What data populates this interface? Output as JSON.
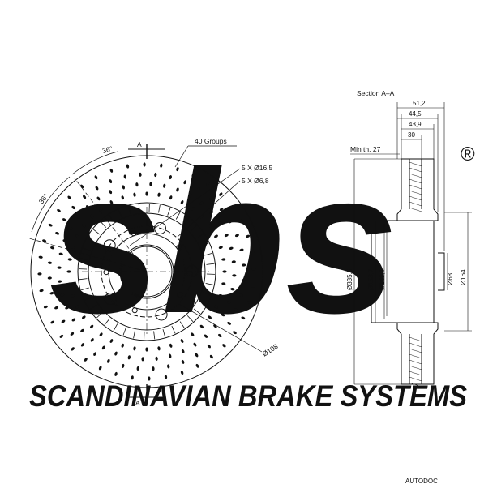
{
  "watermark": {
    "brand_logo_text": "sbs",
    "registered_mark": "®",
    "tagline": "SCANDINAVIAN BRAKE SYSTEMS",
    "corner_mark": "AUTODOC"
  },
  "front_view": {
    "angle_top": "36°",
    "angle_side": "36°",
    "section_marker_top": "A",
    "section_marker_bottom": "A",
    "groups_callout": "40 Groups",
    "bolt_holes_callout": "5 X Ø16,5",
    "small_holes_callout": "5 X Ø6,8",
    "pcd_callout": "Ø108"
  },
  "section_view": {
    "title": "Section A–A",
    "min_thickness": "Min th. 27",
    "width_dims": [
      "51,2",
      "44,5",
      "43,9",
      "30"
    ],
    "diameter_dims": [
      "Ø335,8",
      "Ø153,7",
      "Ø149,9",
      "Ø68",
      "Ø164"
    ]
  },
  "colors": {
    "line": "#111111",
    "watermark": "#d6d6d6",
    "background": "#ffffff"
  }
}
